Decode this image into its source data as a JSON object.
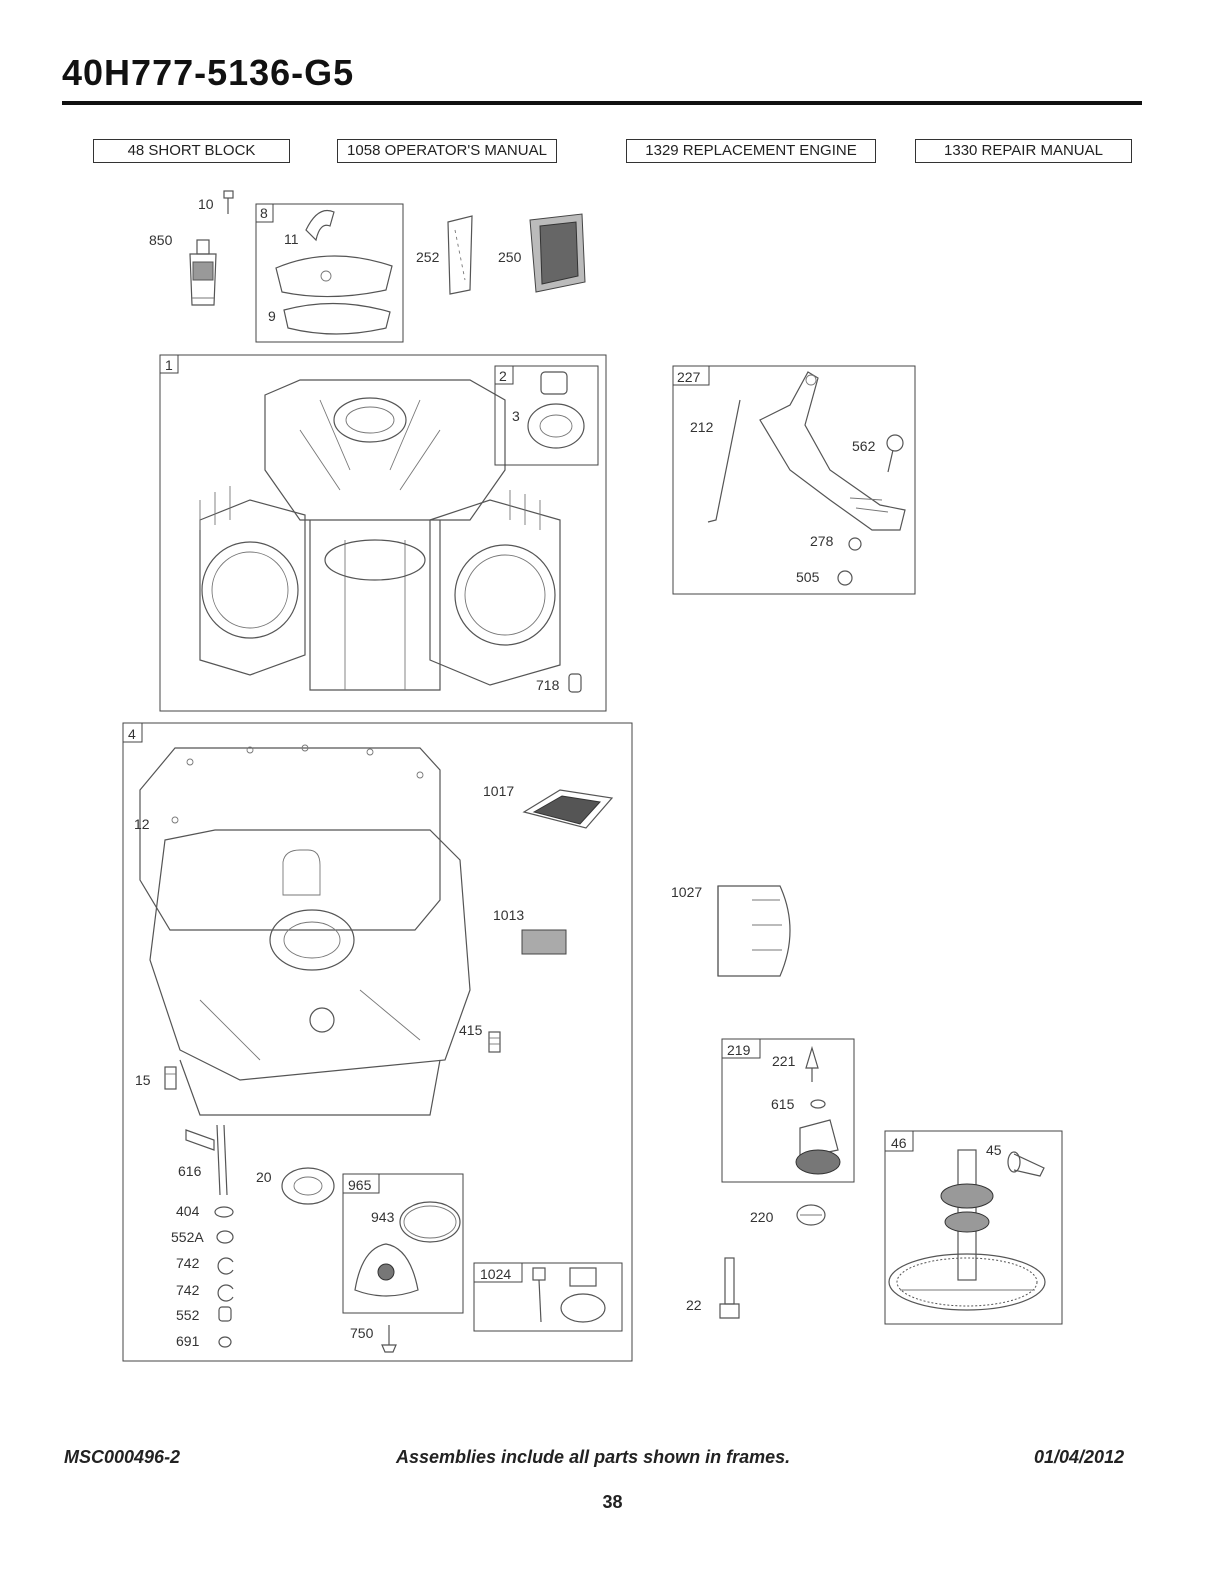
{
  "title": "40H777-5136-G5",
  "header_boxes": [
    "48 SHORT BLOCK",
    "1058 OPERATOR'S MANUAL",
    "1329 REPLACEMENT ENGINE",
    "1330 REPAIR MANUAL"
  ],
  "frame_labels": {
    "f8": "8",
    "f1": "1",
    "f2": "2",
    "f227": "227",
    "f4": "4",
    "f965": "965",
    "f1024": "1024",
    "f219": "219",
    "f46": "46"
  },
  "part_labels": {
    "p10": "10",
    "p850": "850",
    "p11": "11",
    "p9": "9",
    "p252": "252",
    "p250": "250",
    "p3": "3",
    "p718": "718",
    "p212": "212",
    "p562": "562",
    "p278": "278",
    "p505": "505",
    "p1017": "1017",
    "p12": "12",
    "p1013": "1013",
    "p415": "415",
    "p15": "15",
    "p616": "616",
    "p20": "20",
    "p404": "404",
    "p552A": "552A",
    "p742a": "742",
    "p742b": "742",
    "p552": "552",
    "p691": "691",
    "p943": "943",
    "p750": "750",
    "p1027": "1027",
    "p221": "221",
    "p615": "615",
    "p220": "220",
    "p22": "22",
    "p45": "45"
  },
  "footer": {
    "left": "MSC000496-2",
    "center": "Assemblies include all parts shown in frames.",
    "right": "01/04/2012",
    "page": "38"
  }
}
